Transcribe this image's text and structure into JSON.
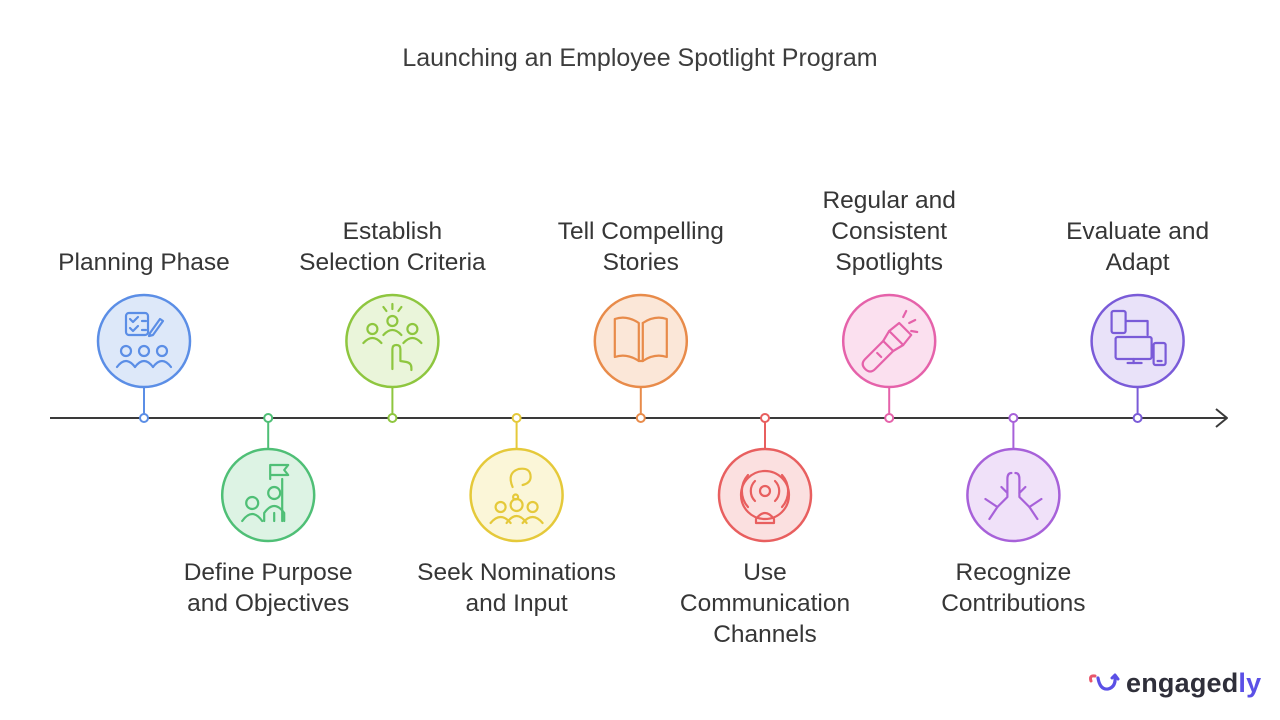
{
  "title": "Launching an Employee Spotlight Program",
  "steps": [
    {
      "label": "Planning Phase",
      "icon": "planning-checklist-team-icon",
      "color": "#5b8ee6",
      "fill": "#dde8f9",
      "position": "above"
    },
    {
      "label": "Define Purpose and Objectives",
      "icon": "flag-team-icon",
      "color": "#4fbf76",
      "fill": "#ddf3e4",
      "position": "below"
    },
    {
      "label": "Establish Selection Criteria",
      "icon": "select-person-hand-icon",
      "color": "#8ec63f",
      "fill": "#eaf5da",
      "position": "above"
    },
    {
      "label": "Seek Nominations and Input",
      "icon": "group-question-icon",
      "color": "#e5c93a",
      "fill": "#fbf6d8",
      "position": "below"
    },
    {
      "label": "Tell Compelling Stories",
      "icon": "open-book-icon",
      "color": "#e88b4a",
      "fill": "#fbe7d8",
      "position": "above"
    },
    {
      "label": "Use Communication Channels",
      "icon": "broadcast-person-icon",
      "color": "#e85f5f",
      "fill": "#fbe0e0",
      "position": "below"
    },
    {
      "label": "Regular and Consistent Spotlights",
      "icon": "flashlight-icon",
      "color": "#e562aa",
      "fill": "#fbe0ef",
      "position": "above"
    },
    {
      "label": "Recognize Contributions",
      "icon": "praying-hands-icon",
      "color": "#a761d9",
      "fill": "#f0e1f9",
      "position": "below"
    },
    {
      "label": "Evaluate and Adapt",
      "icon": "devices-icon",
      "color": "#7a5bd8",
      "fill": "#e9e2f9",
      "position": "above"
    }
  ],
  "logo": {
    "prefix": "engaged",
    "accent": "ly",
    "icon": "engagedly-logo-icon"
  }
}
